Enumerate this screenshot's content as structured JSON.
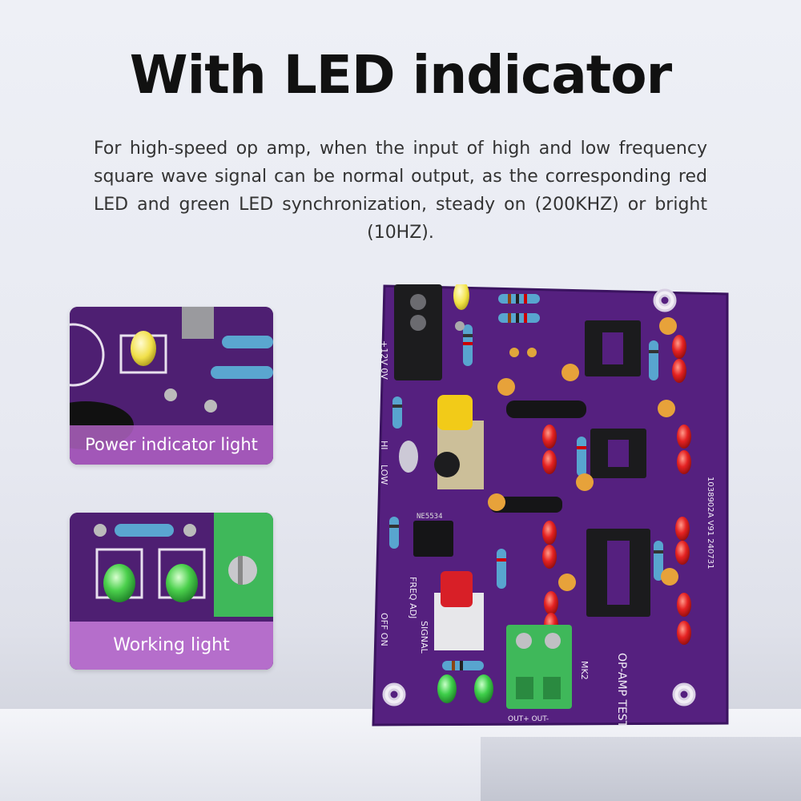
{
  "header": {
    "title": "With LED indicator",
    "description": "For high-speed op amp, when the input of high and low frequency square wave signal can be normal output, as the corresponding red LED and green LED synchronization, steady on (200KHZ) or bright (10HZ)."
  },
  "callouts": [
    {
      "label": "Power indicator light"
    },
    {
      "label": "Working light"
    }
  ],
  "board": {
    "silkscreen": {
      "power": "+12V  0V",
      "hi": "HI",
      "low": "LOW",
      "freq": "FREQ ADJ",
      "signal": "SIGNAL",
      "off_on": "OFF ON",
      "mk2": "MK2",
      "tester": "OP-AMP TESTER",
      "out": "OUT+ OUT-",
      "code": "1038902A V91 240731",
      "chip": "NE5534"
    }
  },
  "colors": {
    "pcb": "#5a1f86",
    "callout_label": "#b56ecb",
    "red_led": "#e02020",
    "green_led": "#3ecf4a",
    "yellow_led": "#f3e44a",
    "terminal": "#3fb85a"
  }
}
